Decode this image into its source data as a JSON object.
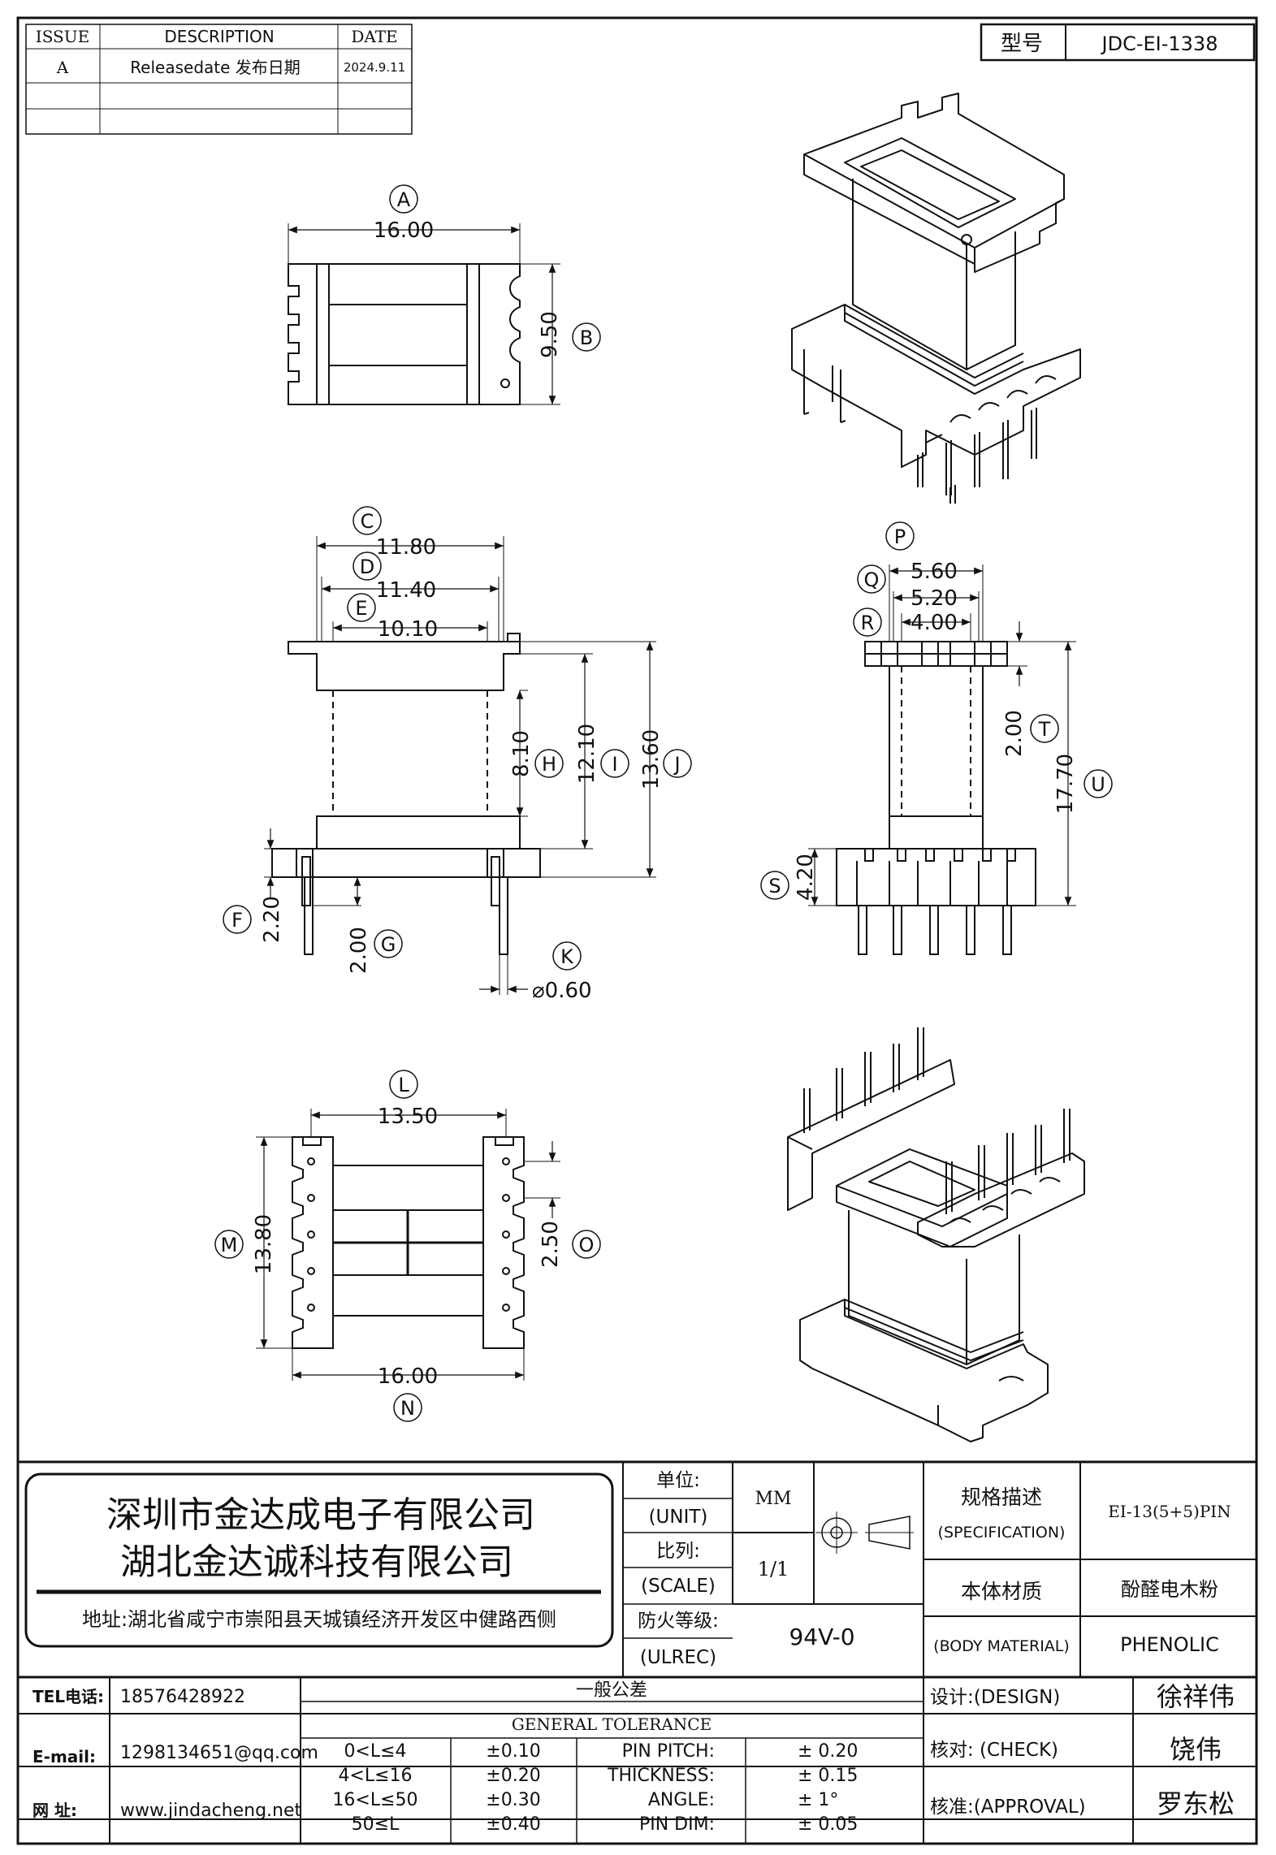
{
  "revision_table": {
    "headers": [
      "ISSUE",
      "DESCRIPTION",
      "DATE"
    ],
    "rows": [
      [
        "A",
        "Releasedate 发布日期",
        "2024.9.11"
      ],
      [
        "",
        "",
        ""
      ],
      [
        "",
        "",
        ""
      ]
    ]
  },
  "model": {
    "label": "型号",
    "value": "JDC-EI-1338"
  },
  "views": {
    "top": {
      "labels": {
        "A": "A",
        "B": "B"
      },
      "dims": {
        "A": "16.00",
        "B": "9.50"
      }
    },
    "front": {
      "labels": {
        "C": "C",
        "D": "D",
        "E": "E",
        "F": "F",
        "G": "G",
        "H": "H",
        "I": "I",
        "J": "J",
        "K": "K"
      },
      "dims": {
        "C": "11.80",
        "D": "11.40",
        "E": "10.10",
        "F": "2.20",
        "G": "2.00",
        "H": "8.10",
        "I": "12.10",
        "J": "13.60",
        "K": "⌀0.60"
      }
    },
    "side": {
      "labels": {
        "P": "P",
        "Q": "Q",
        "R": "R",
        "S": "S",
        "T": "T",
        "U": "U"
      },
      "dims": {
        "P": "5.60",
        "Q": "5.20",
        "R": "4.00",
        "S": "4.20",
        "T": "2.00",
        "U": "17.70"
      }
    },
    "bottom": {
      "labels": {
        "L": "L",
        "M": "M",
        "N": "N",
        "O": "O"
      },
      "dims": {
        "L": "13.50",
        "M": "13.80",
        "N": "16.00",
        "O": "2.50"
      }
    }
  },
  "company": {
    "name1": "深圳市金达成电子有限公司",
    "name2": "湖北金达诚科技有限公司",
    "address": "地址:湖北省咸宁市崇阳县天城镇经济开发区中健路西侧"
  },
  "spec_block": {
    "unit_label": "单位:",
    "unit_en": "(UNIT)",
    "unit_value": "MM",
    "scale_label": "比列:",
    "scale_en": "(SCALE)",
    "scale_value": "1/1",
    "fire_label": "防火等级:",
    "fire_en": "(ULREC)",
    "fire_value": "94V-0",
    "spec_label": "规格描述",
    "spec_en": "(SPECIFICATION)",
    "spec_value": "EI-13(5+5)PIN",
    "material_label": "本体材质",
    "material_en": "(BODY MATERIAL)",
    "material_value_cn": "酚醛电木粉",
    "material_value_en": "PHENOLIC"
  },
  "contact": {
    "tel_label": "TEL电话:",
    "tel": "18576428922",
    "email_label": "E-mail:",
    "email": "1298134651@qq.com",
    "web_label": "网  址:",
    "web": "www.jindacheng.net"
  },
  "tolerance": {
    "title_cn": "一般公差",
    "title_en": "GENERAL TOLERANCE",
    "ranges": [
      {
        "range": "0<L≤4",
        "value": "±0.10"
      },
      {
        "range": "4<L≤16",
        "value": "±0.20"
      },
      {
        "range": "16<L≤50",
        "value": "±0.30"
      },
      {
        "range": "50≤L",
        "value": "±0.40"
      }
    ],
    "items": [
      {
        "name": "PIN PITCH:",
        "value": "±  0.20"
      },
      {
        "name": "THICKNESS:",
        "value": "±  0.15"
      },
      {
        "name": "ANGLE:",
        "value": "±  1°"
      },
      {
        "name": "PIN DIM:",
        "value": "±  0.05"
      }
    ]
  },
  "signoff": [
    {
      "role": "设计:(DESIGN)",
      "name": "徐祥伟"
    },
    {
      "role": "核对: (CHECK)",
      "name": "饶伟"
    },
    {
      "role": "核准:(APPROVAL)",
      "name": "罗东松"
    }
  ]
}
